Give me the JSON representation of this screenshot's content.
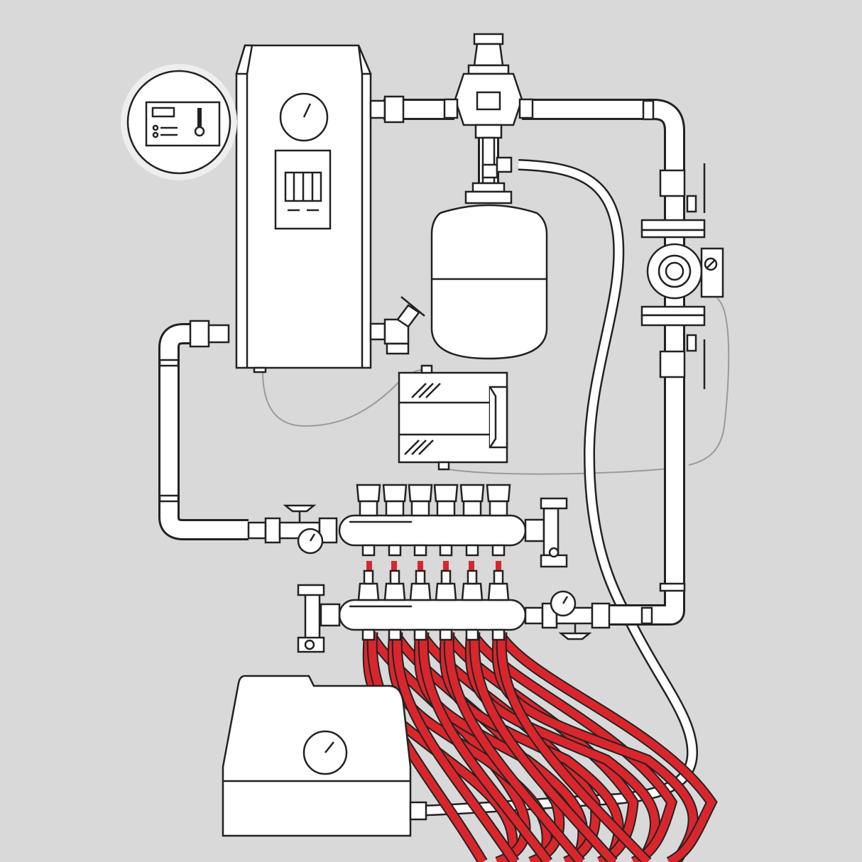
{
  "diagram": {
    "colors": {
      "background": "#d9d9d9",
      "stroke": "#222222",
      "fill": "#ffffff",
      "heat_pipe": "#d9262d",
      "sensor_wire": "#9a9a9a",
      "badge_ring": "#eeeeee"
    },
    "components": {
      "boiler": {
        "icon": "electric-boiler-icon"
      },
      "thermostat": {
        "icon": "room-thermostat-icon"
      },
      "air_vent": {
        "icon": "automatic-air-vent-icon"
      },
      "expansion_tank": {
        "icon": "expansion-vessel-icon"
      },
      "circulation_pump": {
        "icon": "circulation-pump-icon"
      },
      "control_box": {
        "icon": "controller-box-icon"
      },
      "supply_manifold": {
        "icon": "supply-manifold-icon",
        "outlets": 6
      },
      "return_manifold": {
        "icon": "return-manifold-icon",
        "outlets": 6
      },
      "pressure_tester": {
        "icon": "pressure-test-pump-icon"
      },
      "floor_loops": {
        "icon": "underfloor-heating-loops-icon",
        "count": 6
      }
    }
  }
}
